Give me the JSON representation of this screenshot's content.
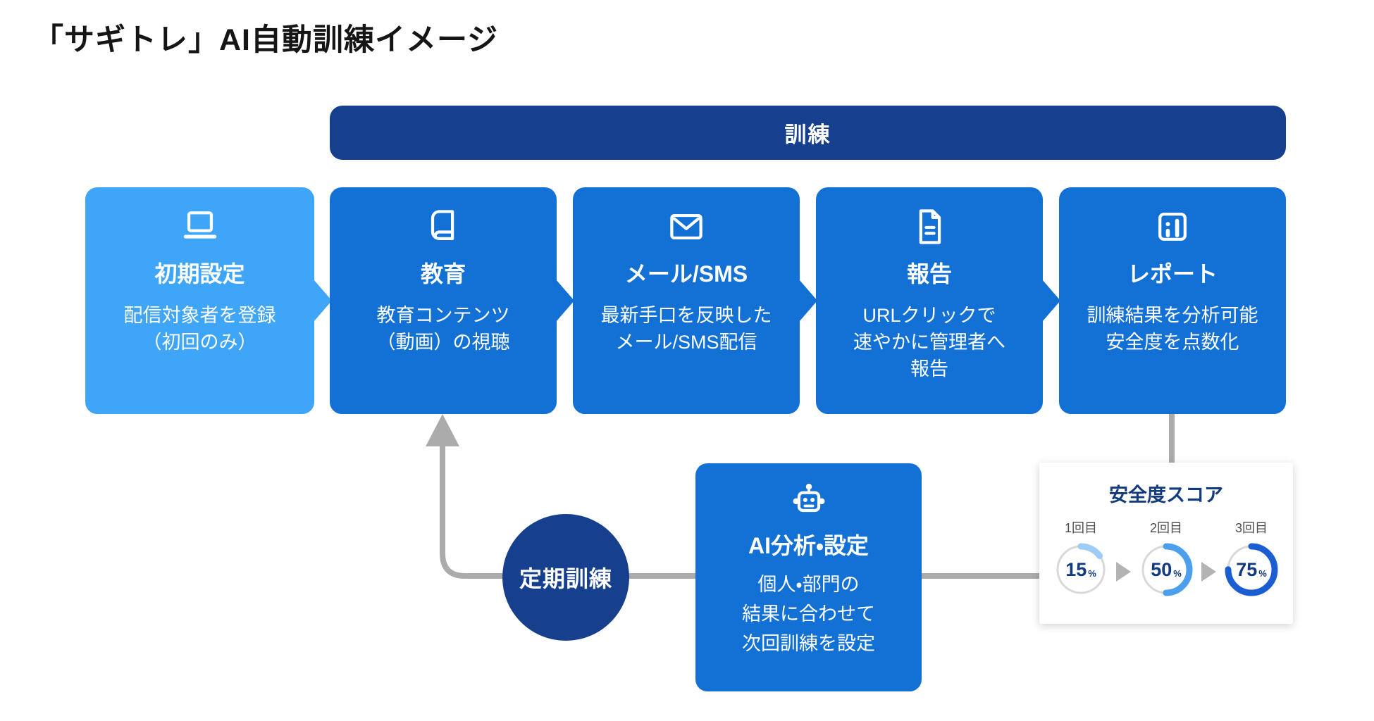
{
  "page": {
    "title": "「サギトレ」AI自動訓練イメージ"
  },
  "training_banner": {
    "label": "訓練"
  },
  "steps": [
    {
      "title": "初期設定",
      "body": "配信対象者を登録\n（初回のみ）",
      "icon": "laptop-icon",
      "variant": "light"
    },
    {
      "title": "教育",
      "body": "教育コンテンツ\n（動画）の視聴",
      "icon": "book-icon",
      "variant": "primary"
    },
    {
      "title": "メール/SMS",
      "body": "最新手口を反映した\nメール/SMS配信",
      "icon": "mail-icon",
      "variant": "primary"
    },
    {
      "title": "報告",
      "body": "URLクリックで\n速やかに管理者へ\n報告",
      "icon": "document-icon",
      "variant": "primary"
    },
    {
      "title": "レポート",
      "body": "訓練結果を分析可能\n安全度を点数化",
      "icon": "bar-chart-icon",
      "variant": "primary"
    }
  ],
  "cycle": {
    "circle_label": "定期訓練",
    "ai_box": {
      "title": "AI分析・設定",
      "body": "個人・部門の\n結果に合わせて\n次回訓練を設定",
      "icon": "robot-icon"
    }
  },
  "score_card": {
    "title": "安全度スコア",
    "gauges": [
      {
        "label": "1回目",
        "value": 15,
        "unit": "%",
        "color": "#9FCCF6"
      },
      {
        "label": "2回目",
        "value": 50,
        "unit": "%",
        "color": "#4C9FEC"
      },
      {
        "label": "3回目",
        "value": 75,
        "unit": "%",
        "color": "#1A5ED1"
      }
    ]
  },
  "colors": {
    "navy": "#16408D",
    "primary_blue": "#1371D6",
    "light_blue": "#3FA5F6",
    "connector_gray": "#ABABAB",
    "score_text_navy": "#123A7E"
  }
}
